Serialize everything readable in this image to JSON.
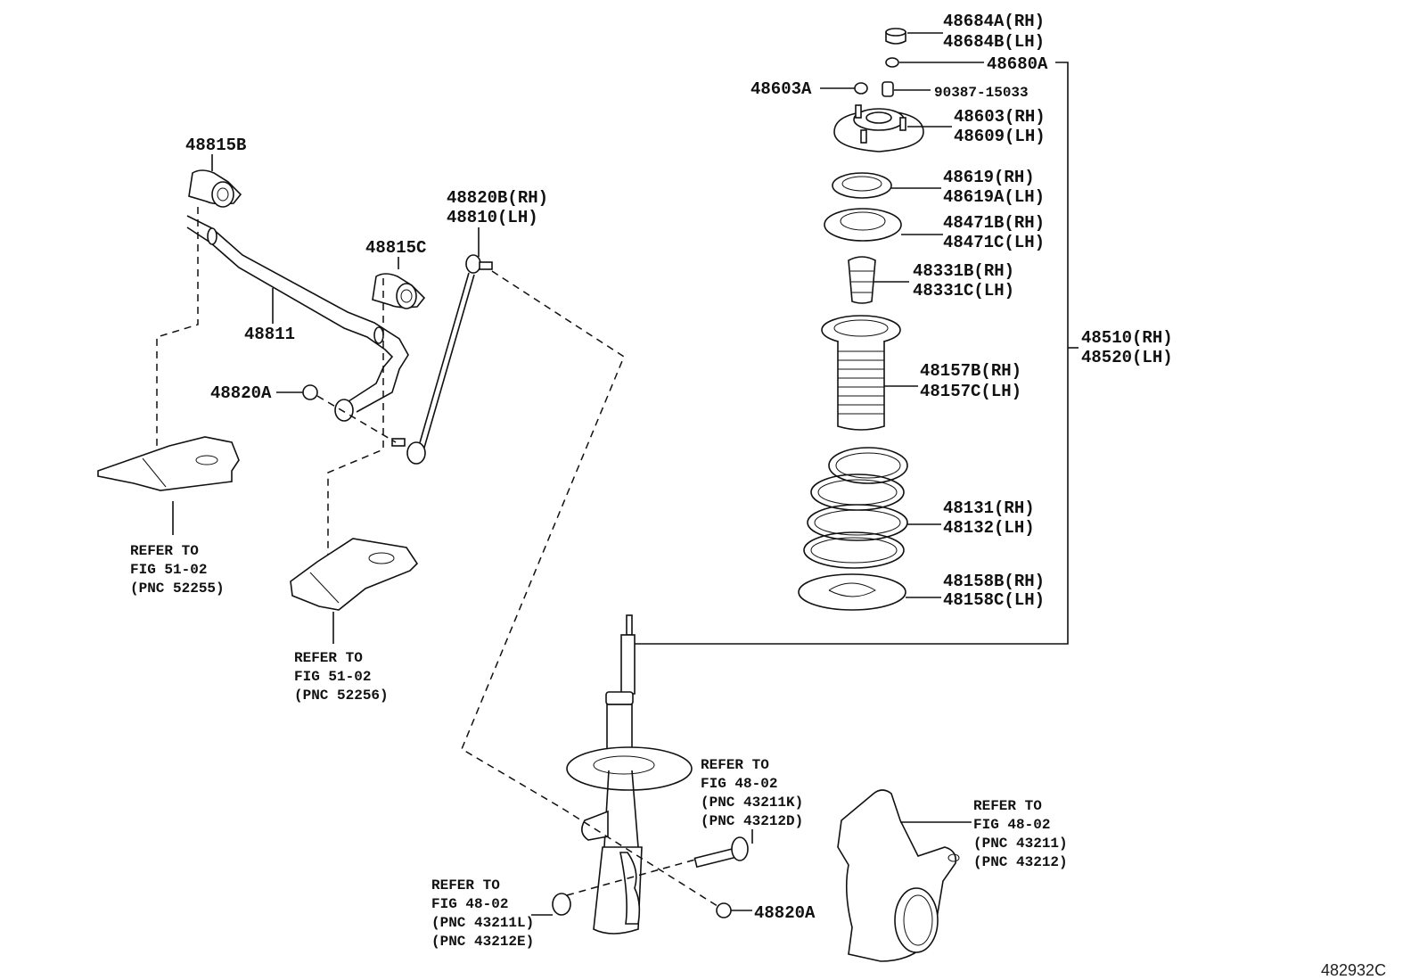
{
  "diagram": {
    "figure_code": "482932C",
    "type": "parts-exploded-view",
    "callouts": {
      "p48684": [
        "48684A(RH)",
        "48684B(LH)"
      ],
      "p48680A": [
        "48680A"
      ],
      "p48603A": [
        "48603A"
      ],
      "p90387": [
        "90387-15033"
      ],
      "p48603": [
        "48603(RH)",
        "48609(LH)"
      ],
      "p48619": [
        "48619(RH)",
        "48619A(LH)"
      ],
      "p48471": [
        "48471B(RH)",
        "48471C(LH)"
      ],
      "p48331": [
        "48331B(RH)",
        "48331C(LH)"
      ],
      "p48157": [
        "48157B(RH)",
        "48157C(LH)"
      ],
      "p48131": [
        "48131(RH)",
        "48132(LH)"
      ],
      "p48158": [
        "48158B(RH)",
        "48158C(LH)"
      ],
      "p48510": [
        "48510(RH)",
        "48520(LH)"
      ],
      "p48815B": [
        "48815B"
      ],
      "p48815C": [
        "48815C"
      ],
      "p48811": [
        "48811"
      ],
      "p48820B": [
        "48820B(RH)",
        "48810(LH)"
      ],
      "p48820A_top": [
        "48820A"
      ],
      "p48820A_bottom": [
        "48820A"
      ]
    },
    "references": {
      "bracket_left": [
        "REFER TO",
        "FIG 51-02",
        "(PNC 52255)"
      ],
      "bracket_right": [
        "REFER TO",
        "FIG 51-02",
        "(PNC 52256)"
      ],
      "strut_bolt": [
        "REFER TO",
        "FIG 48-02",
        "(PNC 43211K)",
        "(PNC 43212D)"
      ],
      "strut_nut": [
        "REFER TO",
        "FIG 48-02",
        "(PNC 43211L)",
        "(PNC 43212E)"
      ],
      "knuckle": [
        "REFER TO",
        "FIG 48-02",
        "(PNC 43211)",
        "(PNC 43212)"
      ]
    }
  }
}
